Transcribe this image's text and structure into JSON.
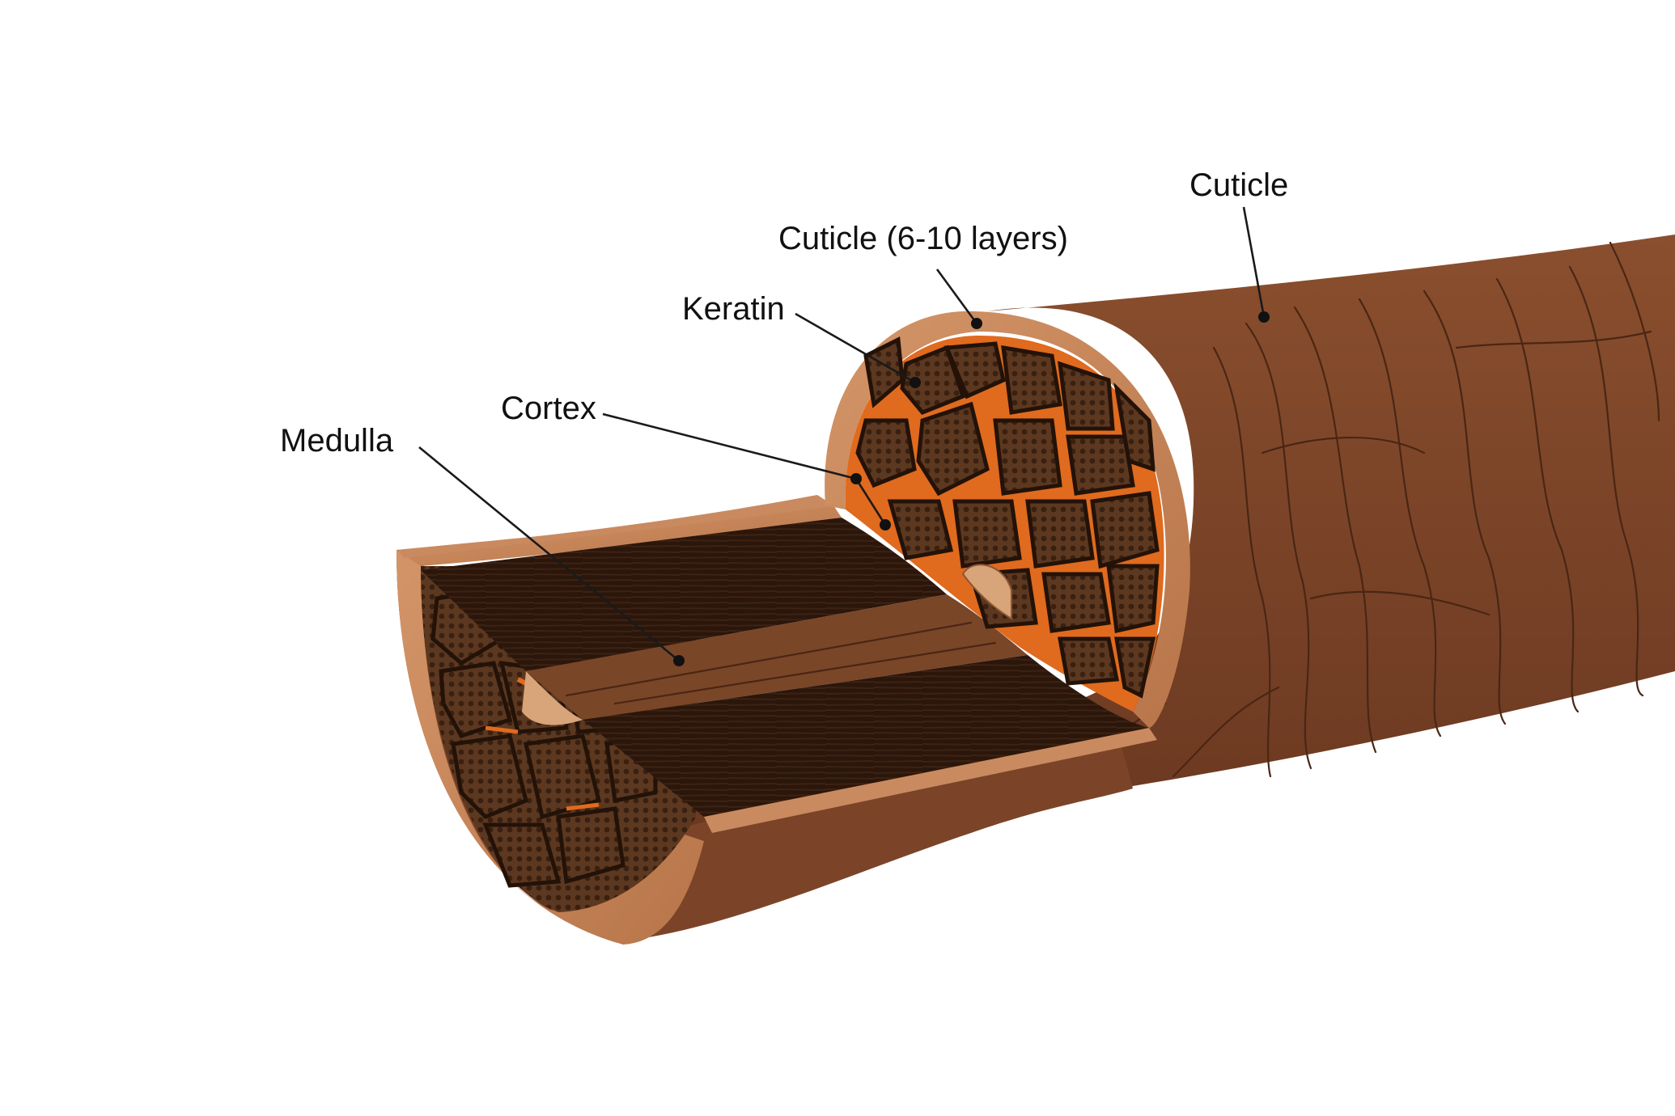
{
  "diagram": {
    "labels": {
      "cuticle_outer": "Cuticle",
      "cuticle_layers": "Cuticle (6-10 layers)",
      "keratin": "Keratin",
      "cortex": "Cortex",
      "medulla": "Medulla"
    },
    "colors": {
      "background": "#ffffff",
      "cuticle_surface": "#7b4428",
      "cuticle_rim": "#c98a60",
      "cortex_cells": "#5a3620",
      "cortex_gaps": "#e06a1e",
      "medulla_dark": "#2b160b",
      "medulla_band": "#7a4628",
      "leader_lines": "#1a1a1a"
    }
  }
}
